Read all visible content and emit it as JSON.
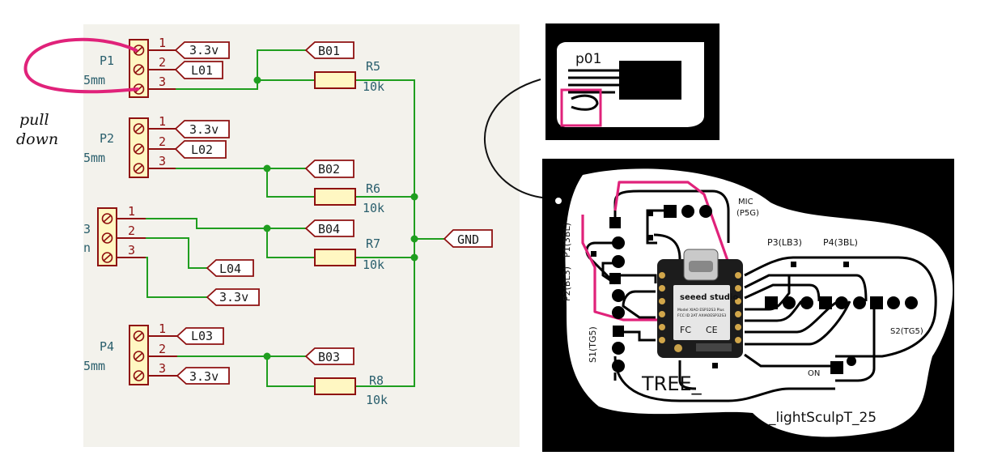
{
  "schematic": {
    "annotation_text": [
      "pull",
      "down"
    ],
    "connectors": [
      {
        "ref": "P1",
        "footprint": "5mm",
        "pins": [
          "1",
          "2",
          "3"
        ]
      },
      {
        "ref": "P2",
        "footprint": "5mm",
        "pins": [
          "1",
          "2",
          "3"
        ]
      },
      {
        "ref": "3",
        "footprint": "n",
        "pins": [
          "1",
          "2",
          "3"
        ]
      },
      {
        "ref": "P4",
        "footprint": "5mm",
        "pins": [
          "1",
          "2",
          "3"
        ]
      }
    ],
    "net_labels": [
      "3.3v",
      "L01",
      "3.3v",
      "L02",
      "L04",
      "3.3v",
      "L03",
      "3.3v",
      "B01",
      "B02",
      "B04",
      "B03",
      "GND"
    ],
    "resistors": [
      {
        "ref": "R5",
        "value": "10k"
      },
      {
        "ref": "R6",
        "value": "10k"
      },
      {
        "ref": "R7",
        "value": "10k"
      },
      {
        "ref": "R8",
        "value": "10k"
      }
    ],
    "colors": {
      "wire": "#1f9e1f",
      "symbol": "#8e1010",
      "body": "#fff7c2",
      "junction": "#1f9e1f",
      "highlight": "#e0227a"
    }
  },
  "pcb_small": {
    "label": "p01"
  },
  "pcb_main": {
    "labels": {
      "mic": "MIC",
      "mic_sub": "(P5G)",
      "p3": "P3(LB3)",
      "p4": "P4(3BL)",
      "p1": "P1(3BL)",
      "p2": "P2(BL3)",
      "s1": "S1(TG5)",
      "s2": "S2(TG5)",
      "on": "ON",
      "tree": "TREE_",
      "sculpt": "_lightSculpT_25"
    },
    "module": {
      "brand": "seeed studio",
      "line1": "Model XIAO ESP32S3 Plus",
      "line2": "FCC ID 2AT AXIAOESP32S3",
      "fc": "FC",
      "ce": "CE"
    }
  }
}
